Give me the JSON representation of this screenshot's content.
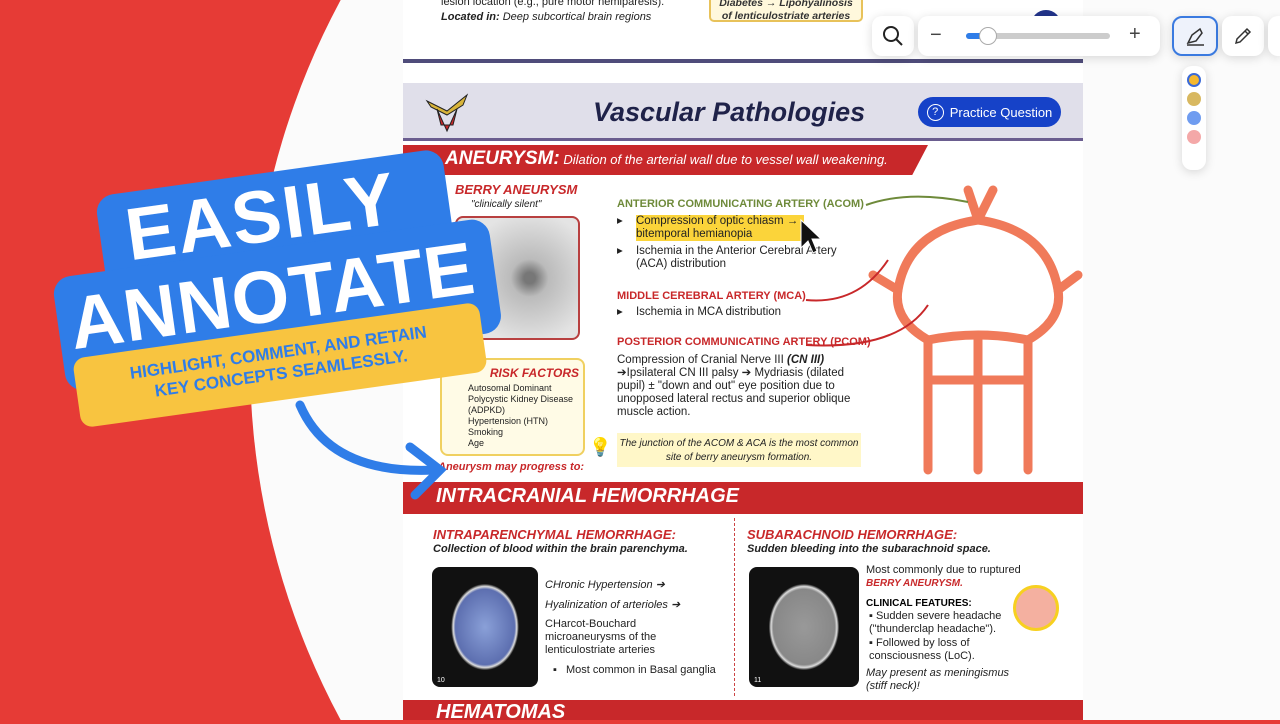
{
  "promo": {
    "title_line1": "EASILY",
    "title_line2": "ANNOTATE",
    "subtitle_line1": "HIGHLIGHT, COMMENT, AND RETAIN",
    "subtitle_line2": "KEY CONCEPTS SEAMLESSLY.",
    "colors": {
      "red": "#e63b36",
      "blue": "#2f7de8",
      "yellow": "#f8c440"
    }
  },
  "toolbar": {
    "zoom_out": "−",
    "zoom_in": "+",
    "zoom_level": 0.15,
    "search_icon": "search-icon",
    "highlighter_icon": "highlighter-icon",
    "pencil_icon": "pencil-icon",
    "colors": [
      "#f5b82e",
      "#d8b860",
      "#6f9cf0",
      "#f4a8a8"
    ]
  },
  "doc": {
    "top_note1": "lesion location (e.g., pure motor hemiparesis).",
    "top_note2_label": "Located in:",
    "top_note2": " Deep subcortical brain regions",
    "top_box1": "Diabetes → Lipohyalinosis",
    "top_box2": "of lenticulostriate arteries",
    "title": "Vascular Pathologies",
    "practice_button": "Practice Question",
    "aneurysm_label": "ANEURYSM:",
    "aneurysm_def": "Dilation of the arterial wall due to vessel wall weakening.",
    "berry_title": "BERRY ANEURYSM",
    "berry_sub": "\"clinically silent\"",
    "risk_title": "RISK FACTORS",
    "risk_items": [
      "Autosomal Dominant Polycystic Kidney Disease (ADPKD)",
      "Hypertension (HTN)",
      "Smoking",
      "Age"
    ],
    "progress": "Aneurysm may progress to:",
    "acom_title": "ANTERIOR COMMUNICATING ARTERY (ACOM)",
    "acom_items": [
      "Compression of optic chiasm → bitemporal hemianopia",
      "Ischemia in the Anterior Cerebral Artery (ACA) distribution"
    ],
    "mca_title": "MIDDLE CEREBRAL ARTERY (MCA)",
    "mca_items": [
      "Ischemia in MCA distribution"
    ],
    "pcom_title": "POSTERIOR COMMUNICATING ARTERY (PCOM)",
    "pcom_text1": "Compression of Cranial Nerve III ",
    "pcom_bold": "(CN III)",
    "pcom_text2": "➔Ipsilateral CN III palsy ➔ Mydriasis (dilated pupil) ± \"down and out\" eye position due to unopposed lateral rectus and superior oblique muscle action.",
    "tip": "The junction of the ACOM & ACA is the most common site of berry aneurysm formation.",
    "ich_title": "INTRACRANIAL HEMORRHAGE",
    "iph_title": "INTRAPARENCHYMAL HEMORRHAGE:",
    "iph_def": "Collection of blood within the brain parenchyma.",
    "iph_lines": [
      "CHronic Hypertension ➔",
      "Hyalinization of arterioles ➔",
      "CHarcot-Bouchard microaneurysms of the lenticulostriate arteries"
    ],
    "iph_bullet": "Most common in Basal ganglia",
    "sah_title": "SUBARACHNOID HEMORRHAGE:",
    "sah_def": "Sudden bleeding into the subarachnoid space.",
    "sah_cause": "Most commonly due to ruptured",
    "sah_cause_red": "BERRY ANEURYSM.",
    "clinical_title": "CLINICAL FEATURES:",
    "clinical_items": [
      "Sudden severe headache (\"thunderclap headache\").",
      "Followed by loss of consciousness (LoC)."
    ],
    "sah_note": "May present as meningismus (stiff neck)!",
    "ct1_label": "10",
    "ct2_label": "11",
    "hematomas_title": "HEMATOMAS"
  }
}
